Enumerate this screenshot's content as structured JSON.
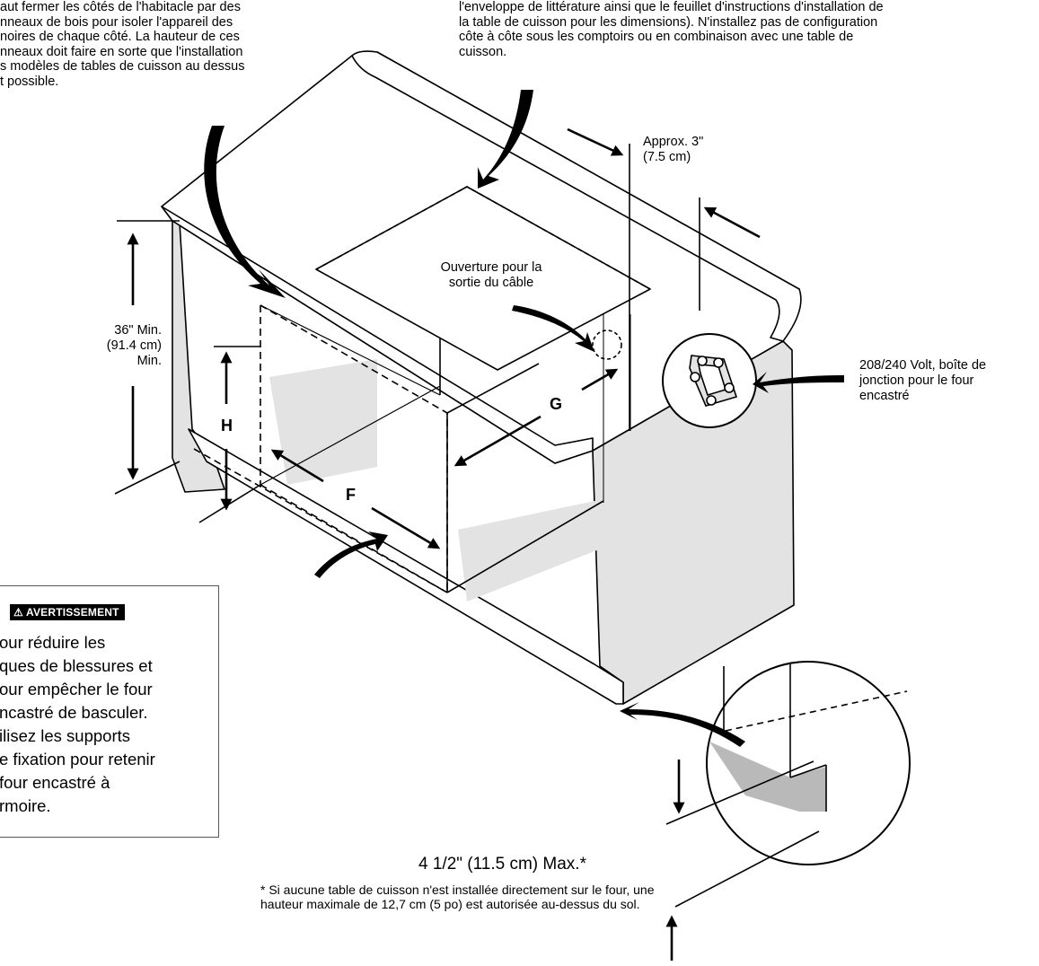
{
  "texts": {
    "note_top_left": "aut fermer les côtés de l'habitacle par des\nnneaux de bois pour isoler l'appareil des\nnoires de chaque côté. La hauteur de ces\nnneaux doit faire en sorte que l'installation\ns modèles de tables de cuisson au dessus\nt possible.",
    "note_top_right": "l'enveloppe de littérature ainsi que le feuillet d'instructions d'installation de\nla table de cuisson pour les dimensions). N'installez pas de configuration\ncôte à côte sous les comptoirs ou en combinaison avec une table de\ncuisson.",
    "approx_label": "Approx. 3\"\n(7.5 cm)",
    "cable_opening": "Ouverture pour la\nsortie du câble",
    "height_label": "36\" Min.\n(91.4 cm) Min.",
    "junction_box": "208/240 Volt, boîte de\njonction pour le four\nencastré",
    "letter_h": "H",
    "letter_g": "G",
    "letter_f": "F",
    "max_height": "4 1/2\" (11.5 cm) Max.*",
    "footnote": "* Si aucune table de cuisson n'est installée directement sur le four, une\nhauteur maximale de 12,7 cm (5 po) est autorisée au-dessus du sol."
  },
  "warning": {
    "heading": "AVERTISSEMENT",
    "icon": "warning-triangle-icon",
    "body": "our réduire les\nques de blessures et\nour empêcher le four\nncastré de basculer.\nilisez les supports\ne fixation pour retenir\nfour encastré à\nrmoire."
  },
  "colors": {
    "line": "#000000",
    "cabinet_shade": "#e3e3e3",
    "cabinet_dark": "#b9b9b9",
    "background": "#ffffff"
  }
}
